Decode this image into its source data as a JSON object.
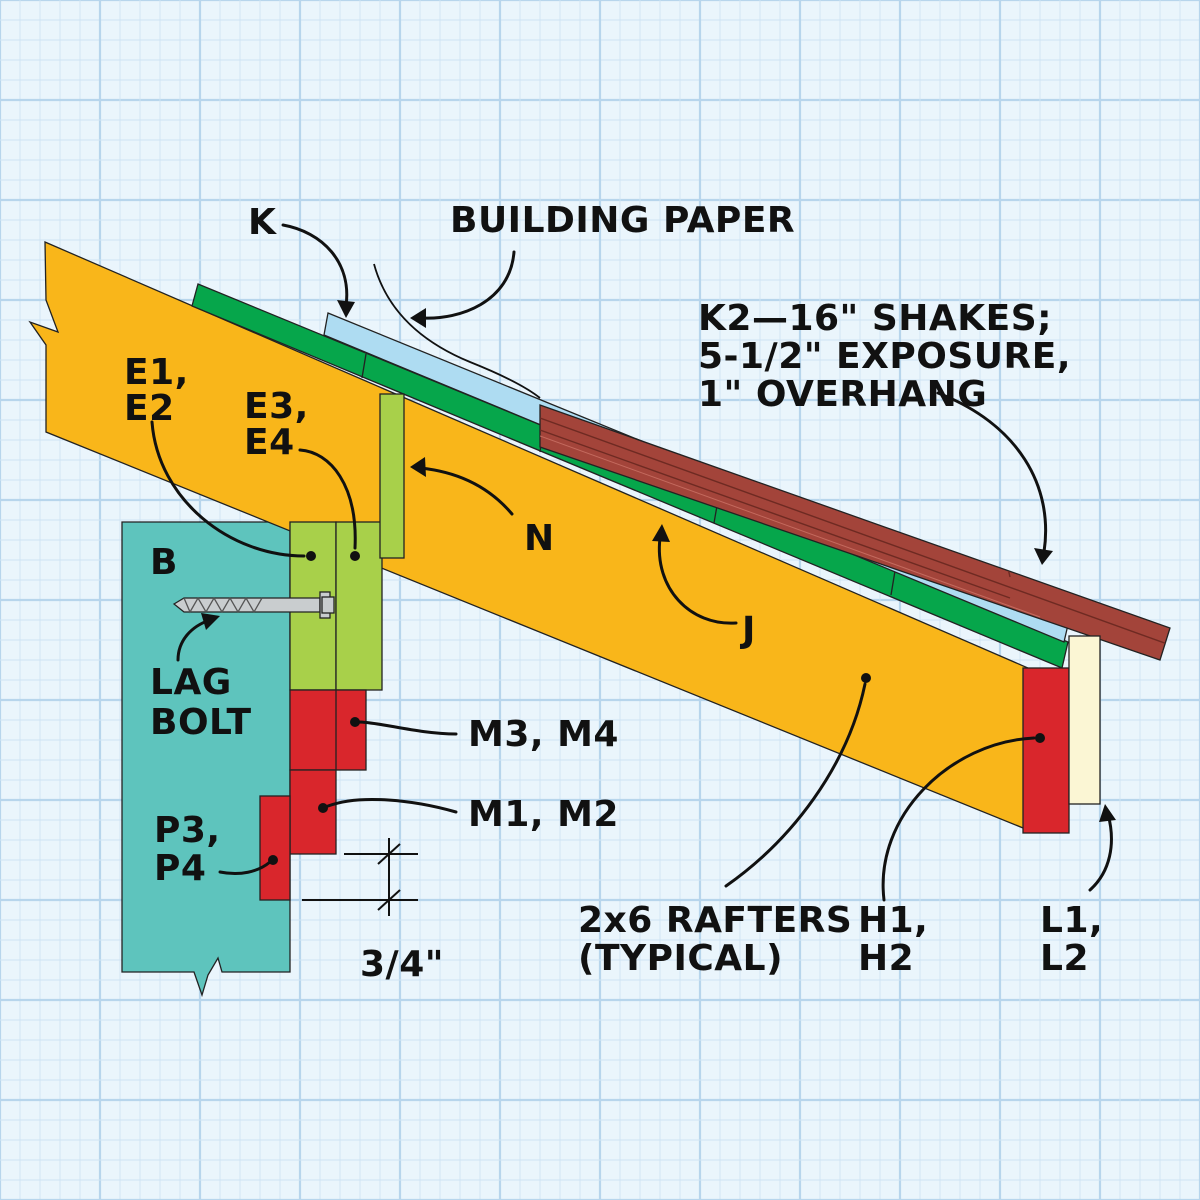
{
  "diagram": {
    "labels": {
      "k": "K",
      "building_paper": "BUILDING PAPER",
      "k2_line1": "K2—16\" SHAKES;",
      "k2_line2": "5-1/2\" EXPOSURE,",
      "k2_line3": "1\" OVERHANG",
      "e1_line1": "E1,",
      "e1_line2": "E2",
      "e3_line1": "E3,",
      "e3_line2": "E4",
      "n": "N",
      "b": "B",
      "j": "J",
      "lag_line1": "LAG",
      "lag_line2": "BOLT",
      "m3": "M3, M4",
      "m1": "M1, M2",
      "p3_line1": "P3,",
      "p3_line2": "P4",
      "dim": "3/4\"",
      "rafters_line1": "2x6 RAFTERS",
      "rafters_line2": "(TYPICAL)",
      "h_line1": "H1,",
      "h_line2": "H2",
      "l_line1": "L1,",
      "l_line2": "L2"
    },
    "colors": {
      "background": "#eaf5fc",
      "grid_minor": "#cfe4f3",
      "grid_major": "#b7d5ec",
      "rafter": "#f9b61a",
      "sheathing": "#06a64b",
      "building_paper": "#aedcf2",
      "shakes": "#a3443a",
      "wall_b": "#5ec4bd",
      "ledger_e": "#a8d04a",
      "trim_red": "#d9262c",
      "trim_l": "#fbf6d4",
      "lag_bolt": "#c9cdcf"
    }
  }
}
